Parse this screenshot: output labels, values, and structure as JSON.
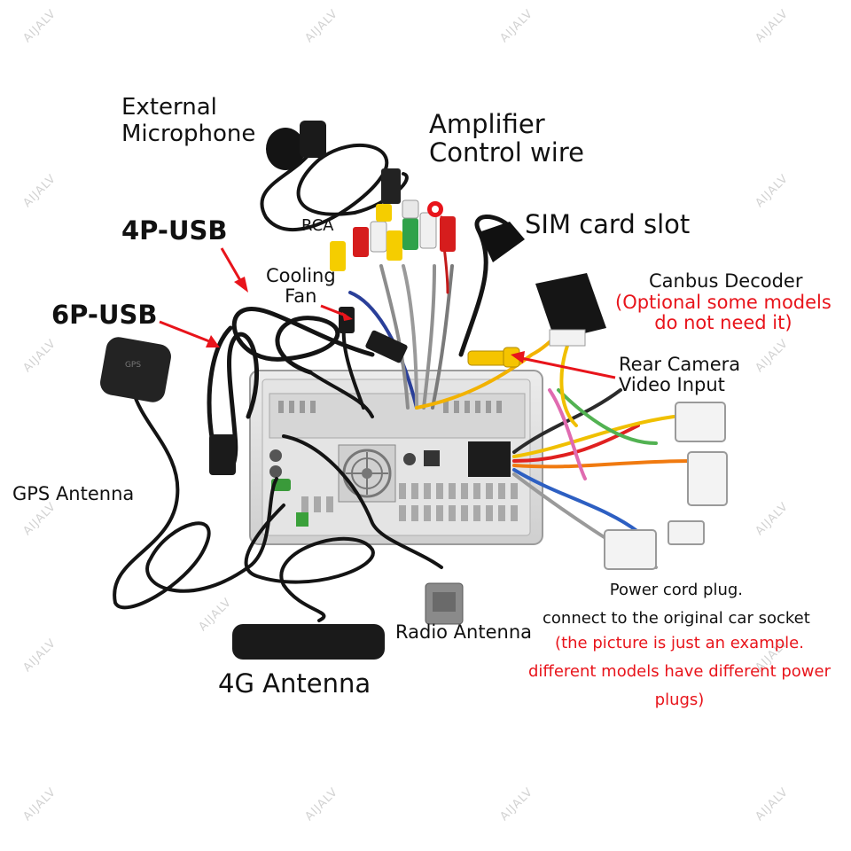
{
  "watermark": "AIJALV",
  "labels": {
    "external_microphone": [
      "External",
      "Microphone"
    ],
    "amplifier_control_wire": [
      "Amplifier",
      "Control wire"
    ],
    "rca": "RCA",
    "sim_card_slot": "SIM card slot",
    "usb_4p": "4P-USB",
    "usb_6p": "6P-USB",
    "cooling_fan": [
      "Cooling",
      "Fan"
    ],
    "canbus_decoder": "Canbus Decoder",
    "canbus_note": [
      "(Optional some models",
      "do not need it)"
    ],
    "rear_camera": [
      "Rear Camera",
      "Video Input"
    ],
    "gps_antenna": "GPS Antenna",
    "radio_antenna": "Radio Antenna",
    "antenna_4g": "4G Antenna",
    "power_cord": [
      "Power cord plug.",
      "connect to the original car socket"
    ],
    "power_note": [
      "(the picture is just an example.",
      "different models have different power",
      "plugs)"
    ]
  },
  "colors": {
    "red_text": "#e8141b",
    "text": "#111111",
    "cable": "#141414",
    "panel": "#dcdcdc",
    "watermark": "#d2d2d2"
  }
}
